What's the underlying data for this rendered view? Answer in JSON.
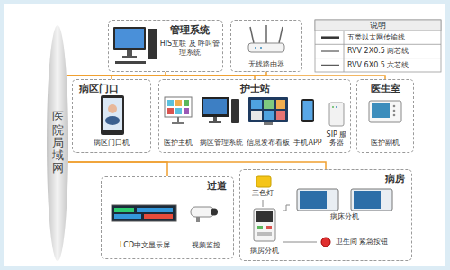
{
  "diagram": {
    "nodes": [
      {
        "text": [
          "医院局域网"
        ]
      },
      {
        "text": [
          "管理系统",
          "HIS互联 及 呼叫管理系统"
        ]
      },
      {
        "text": [
          "无线路由器"
        ]
      },
      {
        "text": [
          "病区门口"
        ]
      },
      {
        "text": [
          "病区门口机"
        ],
        "in": 3
      },
      {
        "text": [
          "护士站"
        ]
      },
      {
        "text": [
          "医护主机"
        ],
        "in": 5
      },
      {
        "text": [
          "病区管理系统"
        ],
        "in": 5
      },
      {
        "text": [
          "信息发布看板"
        ],
        "in": 5
      },
      {
        "text": [
          "手机APP"
        ],
        "in": 5
      },
      {
        "text": [
          "SIP 服务器"
        ],
        "in": 5
      },
      {
        "text": [
          "医生室"
        ]
      },
      {
        "text": [
          "医护副机"
        ],
        "in": 11
      },
      {
        "text": [
          "过道"
        ]
      },
      {
        "text": [
          "LCD中文显示屏"
        ],
        "in": 13
      },
      {
        "text": [
          "视频监控"
        ],
        "in": 13
      },
      {
        "text": [
          "病房"
        ]
      },
      {
        "text": [
          "三色灯"
        ],
        "in": 16
      },
      {
        "text": [
          "病床分机"
        ],
        "in": 16
      },
      {
        "text": [
          "病房分机"
        ],
        "in": 16
      },
      {
        "text": [
          "卫生间 紧急按钮"
        ],
        "in": 16
      }
    ],
    "edges": [
      {
        "from": 0,
        "to": 1,
        "arrow": "none"
      },
      {
        "from": 0,
        "to": 2,
        "arrow": "none"
      },
      {
        "from": 0,
        "to": 3,
        "arrow": "none"
      },
      {
        "from": 0,
        "to": 5,
        "arrow": "none"
      },
      {
        "from": 0,
        "to": 11,
        "arrow": "none"
      },
      {
        "from": 0,
        "to": 13,
        "arrow": "none"
      },
      {
        "from": 0,
        "to": 16,
        "arrow": "none"
      },
      {
        "from": 17,
        "to": 19,
        "arrow": "none"
      },
      {
        "from": 19,
        "to": 18,
        "arrow": "none"
      },
      {
        "from": 19,
        "to": 20,
        "arrow": "none"
      }
    ],
    "labels": [
      "说明"
    ],
    "legend": [
      {
        "text": "五类以太网传输线"
      },
      {
        "text": "RVV 2X0.5 两芯线"
      },
      {
        "text": "RVV 6X0.5 六芯线"
      }
    ]
  }
}
